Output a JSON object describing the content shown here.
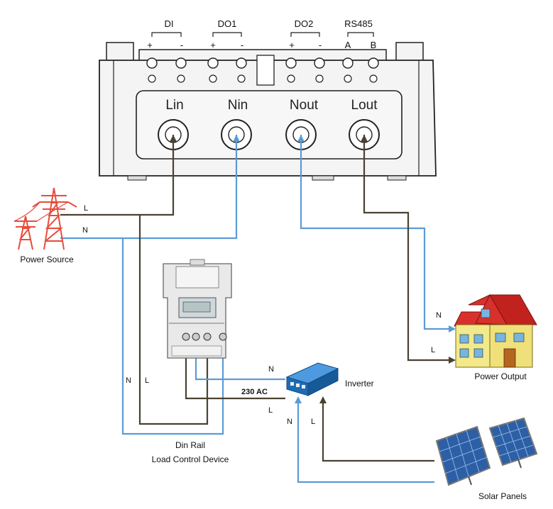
{
  "meter": {
    "top_groups": [
      {
        "name": "DI",
        "pins": [
          "+",
          "-"
        ]
      },
      {
        "name": "DO1",
        "pins": [
          "+",
          "-"
        ]
      },
      {
        "name": "DO2",
        "pins": [
          "+",
          "-"
        ]
      },
      {
        "name": "RS485",
        "pins": [
          "A",
          "B"
        ]
      }
    ],
    "terminals": [
      "Lin",
      "Nin",
      "Nout",
      "Lout"
    ]
  },
  "power_source": {
    "label": "Power Source",
    "line_l": "L",
    "line_n": "N"
  },
  "load_device": {
    "label_line1": "Din Rail",
    "label_line2": "Load Control Device",
    "line_n": "N",
    "line_l": "L"
  },
  "inverter": {
    "label": "Inverter",
    "ac_label": "230 AC",
    "in_n": "N",
    "in_l": "L",
    "dc_n": "N",
    "dc_l": "L"
  },
  "power_output": {
    "label": "Power Output",
    "line_n": "N",
    "line_l": "L"
  },
  "solar": {
    "label": "Solar Panels"
  },
  "colors": {
    "neutral_wire": "#5b9bd5",
    "live_wire": "#4a4232",
    "meter_body": "#f0f0f0",
    "house_roof": "#d9302b",
    "house_wall": "#f3e98a",
    "inverter_blue": "#1f6bb3",
    "pylon_red": "#e74c3c"
  }
}
